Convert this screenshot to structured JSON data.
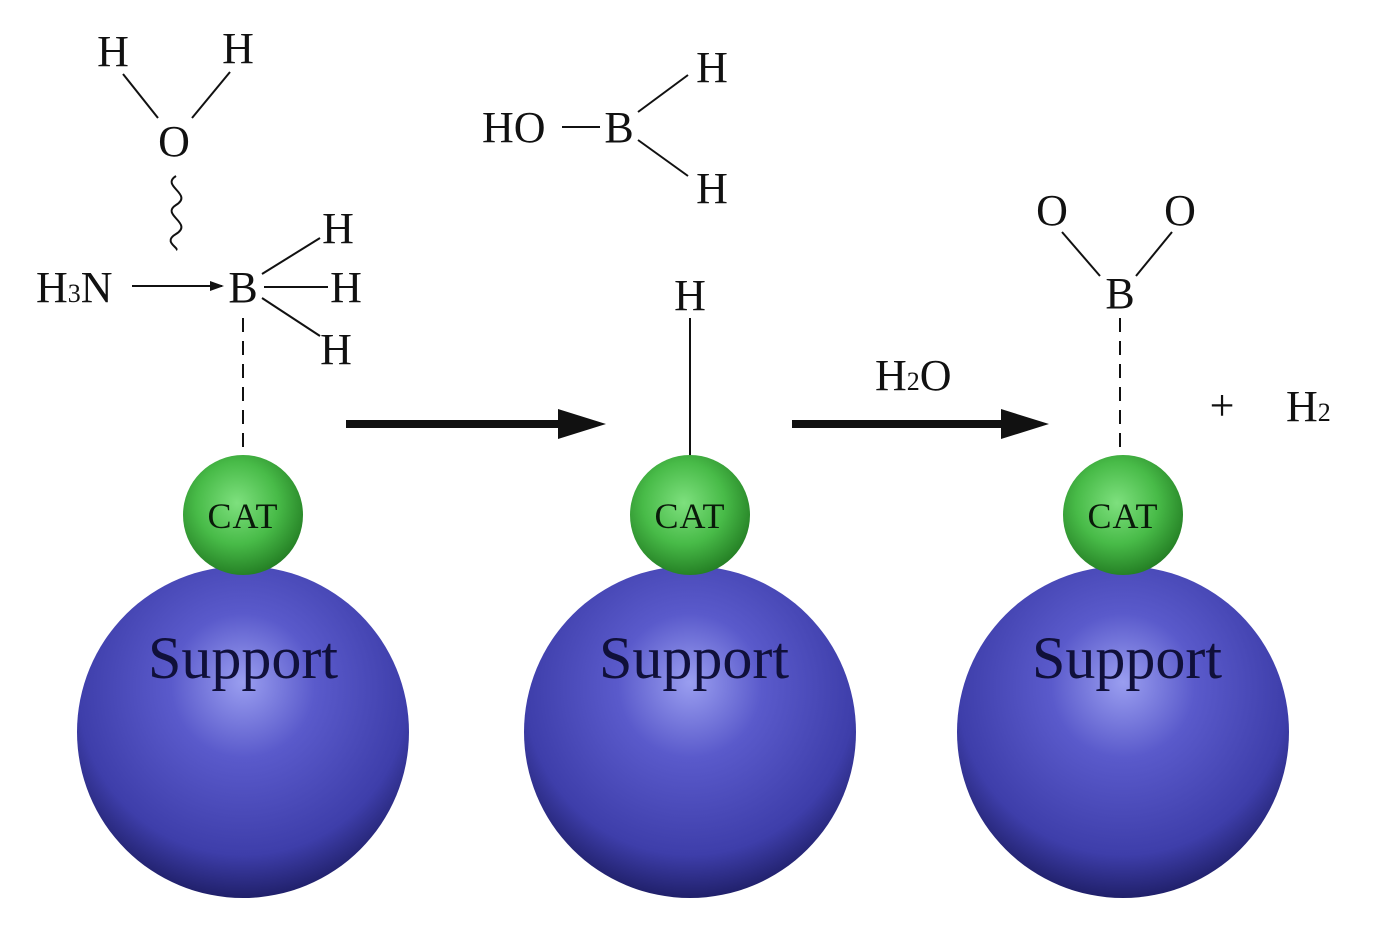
{
  "colors": {
    "support": "#4a4ac0",
    "support_dark": "#252575",
    "catalyst": "#4cc04c",
    "catalyst_dark": "#1f7a1f",
    "ink": "#111111"
  },
  "stage1": {
    "water_h_left": "H",
    "water_h_right": "H",
    "water_o": "O",
    "amine_h": "H",
    "amine_sub": "3",
    "amine_n": "N",
    "boron": "B",
    "bh_top": "H",
    "bh_mid": "H",
    "bh_bot": "H",
    "cat_label": "CAT",
    "support_label": "Support"
  },
  "stage2": {
    "ho": "HO",
    "boron": "B",
    "bh_top": "H",
    "bh_bot": "H",
    "adsorbed_h": "H",
    "cat_label": "CAT",
    "support_label": "Support"
  },
  "reagent": {
    "h": "H",
    "sub": "2",
    "o": "O"
  },
  "stage3": {
    "o_left": "O",
    "o_right": "O",
    "boron": "B",
    "plus": "+",
    "h2_h": "H",
    "h2_sub": "2",
    "cat_label": "CAT",
    "support_label": "Support"
  }
}
